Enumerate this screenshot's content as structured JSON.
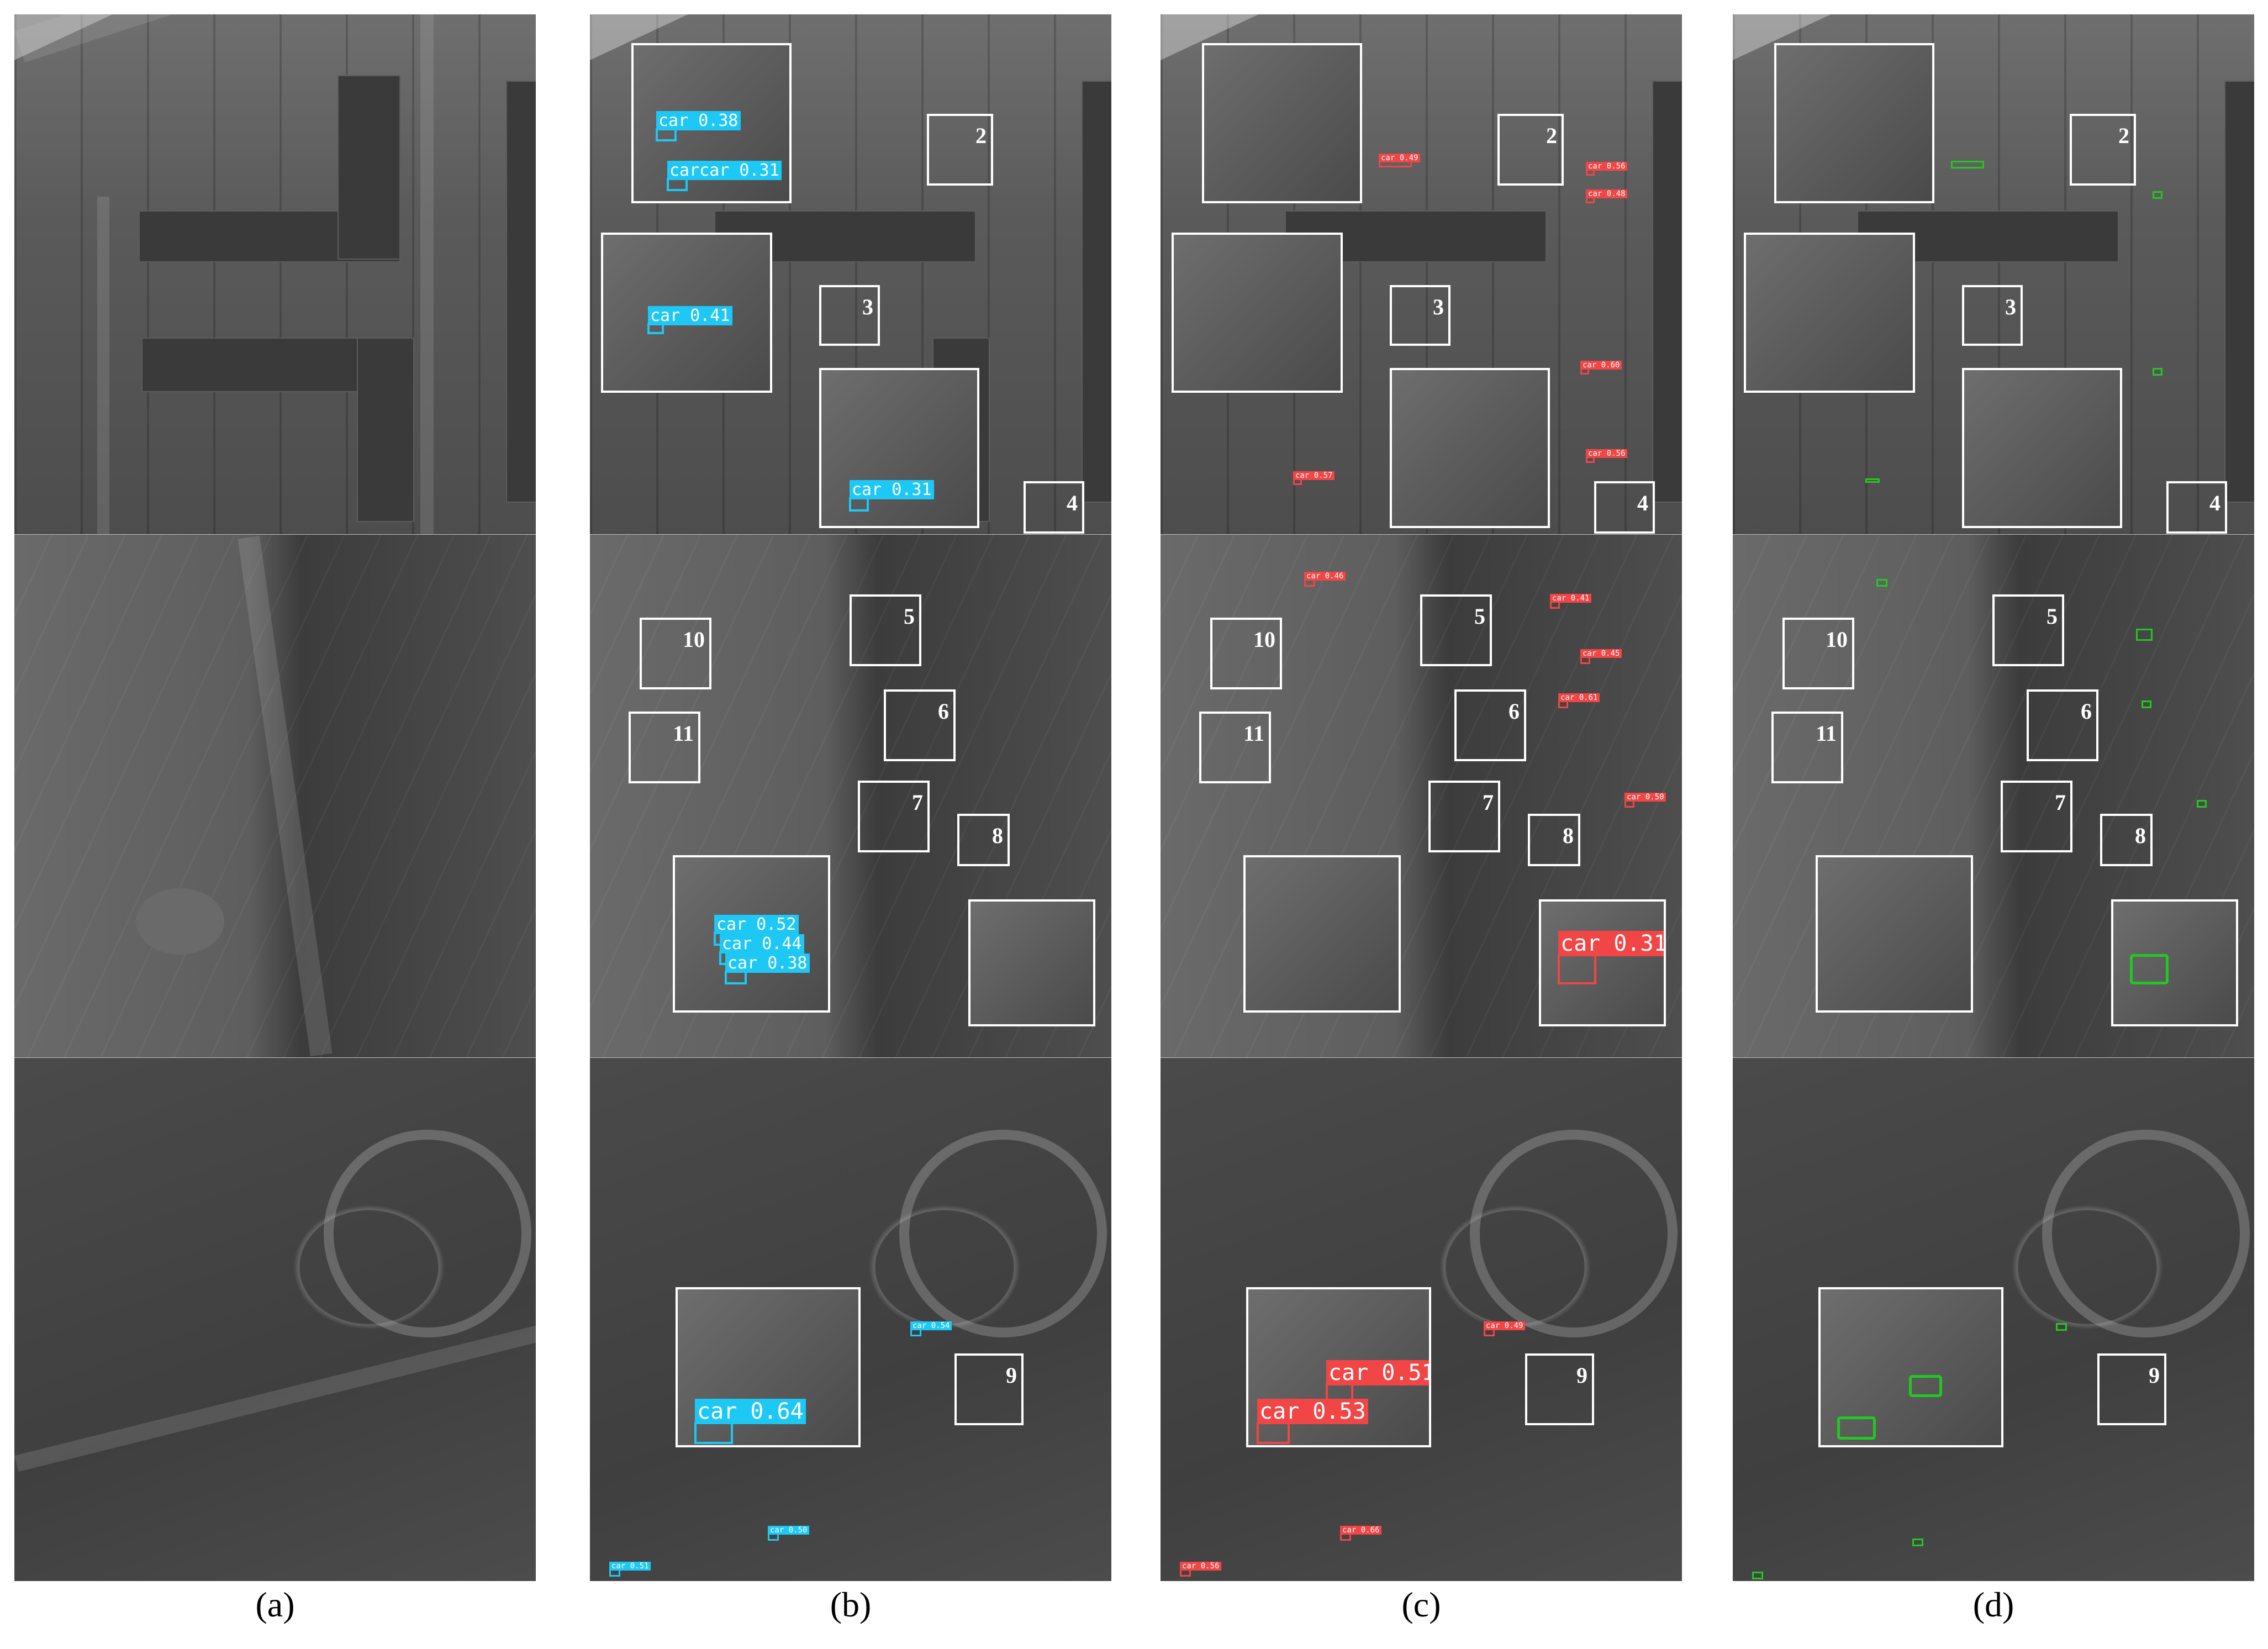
{
  "panels": [
    {
      "id": "a",
      "label": "(a)"
    },
    {
      "id": "b",
      "label": "(b)",
      "color": "#1ec8f5",
      "detections": [
        "car 0.38",
        "carcar 0.31",
        "car 0.41",
        "car 0.31",
        "car 0.52",
        "car 0.44",
        "car 0.38",
        "car 0.64",
        "car 0.54",
        "car 0.50",
        "car 0.51"
      ]
    },
    {
      "id": "c",
      "label": "(c)",
      "color": "#f24545",
      "detections": [
        "car 0.49",
        "car 0.56",
        "car 0.48",
        "car 0.60",
        "car 0.56",
        "car 0.57",
        "car 0.46",
        "car 0.41",
        "car 0.45",
        "car 0.61",
        "car 0.50",
        "car 0.31",
        "car 0.51",
        "car 0.53",
        "car 0.49",
        "car 0.66",
        "car 0.56"
      ]
    },
    {
      "id": "d",
      "label": "(d)",
      "color": "#22c822"
    }
  ],
  "zoom_labels": [
    "2",
    "3",
    "4",
    "5",
    "6",
    "7",
    "8",
    "9",
    "10",
    "11"
  ]
}
